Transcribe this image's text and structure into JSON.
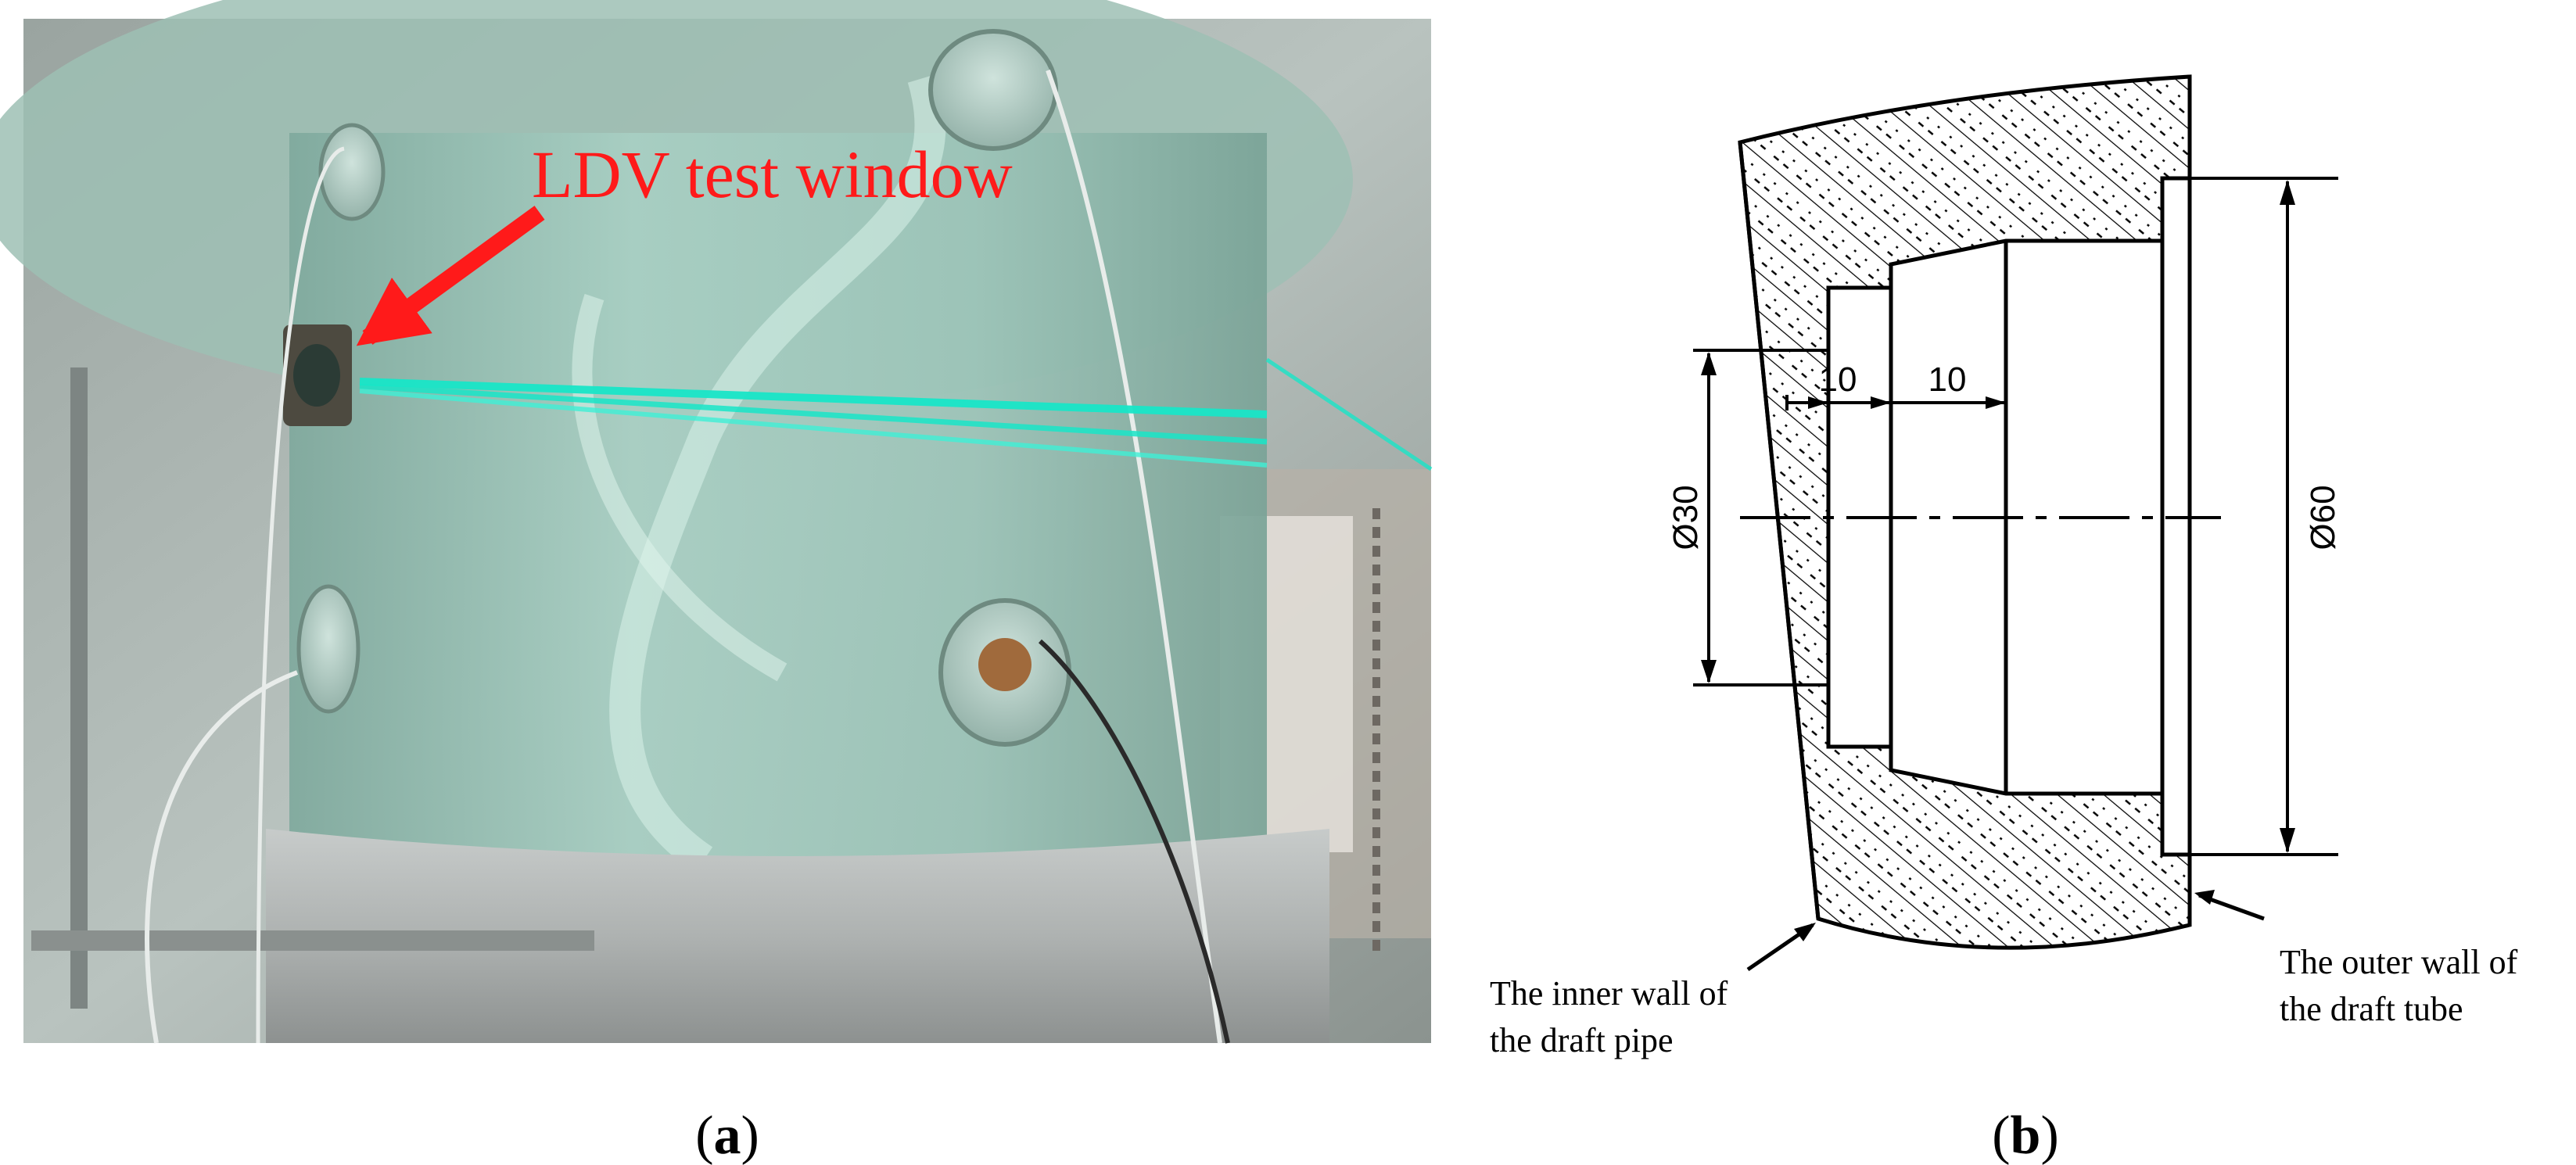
{
  "panel_a": {
    "annotation": "LDV test window",
    "label_open": "(",
    "label_letter": "a",
    "label_close": ")",
    "annotation_color": "#ff1a1a",
    "laser_color": "#19e6c8"
  },
  "panel_b": {
    "dim_left_step": "10",
    "dim_right_step": "10",
    "dia_small": "Ø30",
    "dia_large": "Ø60",
    "inner_wall_line1": "The inner wall of",
    "inner_wall_line2": "the draft pipe",
    "outer_wall_line1": "The outer wall of",
    "outer_wall_line2": "the draft tube",
    "label_open": "(",
    "label_letter": "b",
    "label_close": ")"
  }
}
